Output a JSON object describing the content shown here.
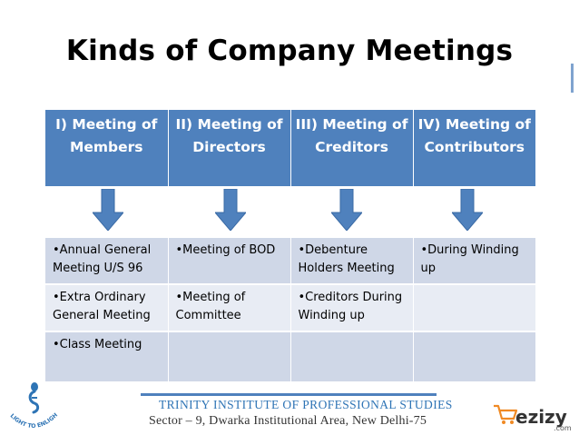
{
  "title": "Kinds of Company Meetings",
  "categories": [
    {
      "label": "I)  Meeting of Members"
    },
    {
      "label": "II) Meeting of Directors"
    },
    {
      "label": "III) Meeting of Creditors"
    },
    {
      "label": "IV) Meeting of Contributors"
    }
  ],
  "details": [
    [
      "•Annual General Meeting U/S 96",
      "•Meeting of BOD",
      "•Debenture Holders Meeting",
      "•During Winding up"
    ],
    [
      "•Extra Ordinary General Meeting",
      "•Meeting of Committee",
      "•Creditors During Winding up",
      ""
    ],
    [
      "•Class Meeting",
      "",
      "",
      ""
    ]
  ],
  "footer": {
    "institute": "TRINITY INSTITUTE OF PROFESSIONAL STUDIES",
    "address": "Sector – 9, Dwarka Institutional Area, New Delhi-75"
  },
  "logo_left": {
    "text": "LIGHT TO ENLIGHTEN"
  },
  "logo_right": {
    "text": "ezizy",
    "suffix": ".com"
  },
  "colors": {
    "header_blue": "#4f81bd",
    "arrow_blue": "#4f81bd",
    "row_dark": "#cfd7e7",
    "row_light": "#e8ecf4",
    "footer_text": "#2e74b5",
    "logo_orange": "#f08a24"
  }
}
